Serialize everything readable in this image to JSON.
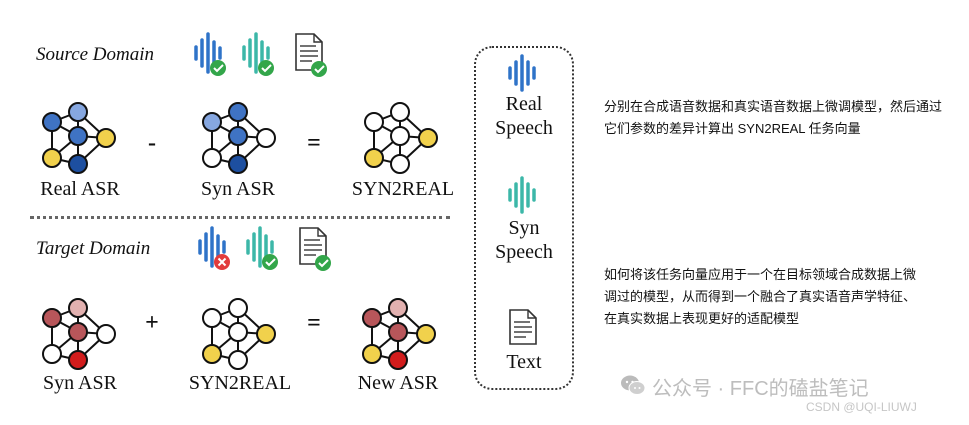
{
  "source_domain": {
    "title": "Source Domain",
    "labels": {
      "real_asr": "Real ASR",
      "syn_asr": "Syn ASR",
      "syn2real": "SYN2REAL"
    },
    "operators": {
      "minus": "-",
      "equals": "="
    }
  },
  "target_domain": {
    "title": "Target Domain",
    "labels": {
      "syn_asr": "Syn ASR",
      "syn2real": "SYN2REAL",
      "new_asr": "New ASR"
    },
    "operators": {
      "plus": "+",
      "equals": "="
    }
  },
  "legend": {
    "real_speech": "Real\nSpeech",
    "syn_speech": "Syn\nSpeech",
    "text": "Text"
  },
  "notes": {
    "top": "分别在合成语音数据和真实语音数据上微调模型，然后通过它们参数的差异计算出 SYN2REAL 任务向量",
    "bottom": "如何将该任务向量应用于一个在目标领域合成数据上微调过的模型，从而得到一个融合了真实语音声学特征、在真实数据上表现更好的适配模型"
  },
  "watermark": {
    "main": "公众号 · FFC的磕盐笔记",
    "sub": "CSDN @UQI-LIUWJ"
  },
  "colors": {
    "real_blue": "#2f73c8",
    "syn_teal": "#3cb7a8",
    "check_green": "#33a64a",
    "cross_red": "#e23c3c",
    "node_dark_blue": "#1d4fa0",
    "node_mid_blue": "#3f73c4",
    "node_light_blue": "#86a7e0",
    "node_yellow": "#f1d14c",
    "node_red": "#d21c1c",
    "node_dark_pink": "#b8565a",
    "node_light_pink": "#e2b1b0"
  }
}
